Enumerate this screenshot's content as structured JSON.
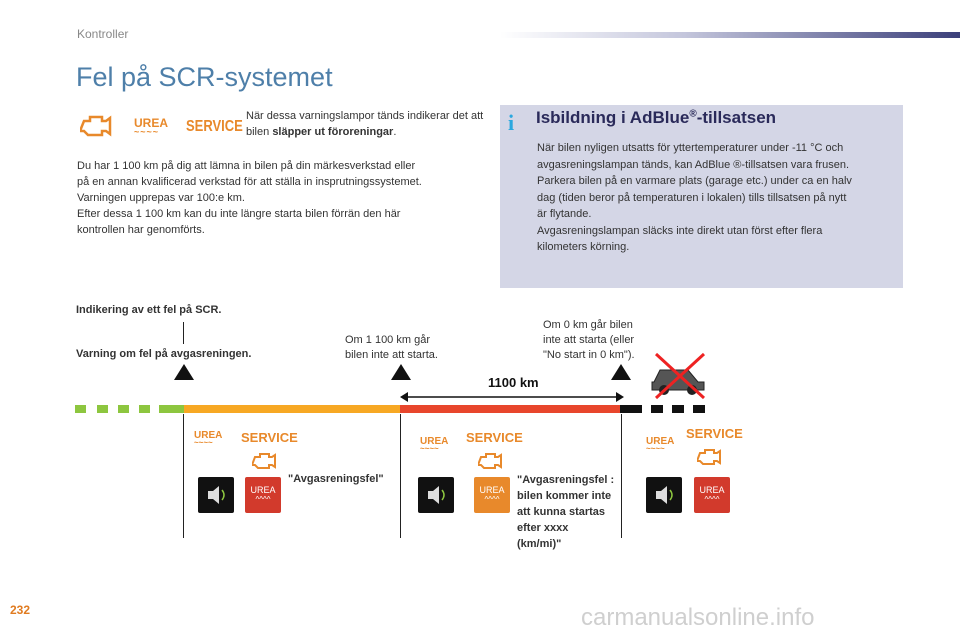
{
  "header": {
    "section": "Kontroller",
    "title": "Fel på SCR-systemet"
  },
  "intro": {
    "lamp_text": "När dessa varningslampor tänds indikerar det att bilen",
    "lamp_text_bold": "släpper ut föroreningar",
    "lamp_text_end": ".",
    "body": [
      "Du har 1 100 km på dig att lämna in bilen på din märkesverkstad eller",
      "på en annan kvalificerad verkstad för att ställa in insprutningssystemet.",
      "Varningen upprepas var 100:e km.",
      "Efter dessa 1 100 km kan du inte längre starta bilen förrän den här",
      "kontrollen har genomförts."
    ]
  },
  "lamps": {
    "urea": "UREA",
    "service": "SERVICE"
  },
  "infobox": {
    "icon": "i",
    "title_pre": "Isbildning i AdBlue",
    "title_sup": "®",
    "title_post": "-tillsatsen",
    "lines": [
      "När bilen nyligen utsatts för yttertemperaturer under -11 °C och",
      "avgasreningslampan tänds, kan AdBlue ®-tillsatsen vara frusen.",
      "Parkera bilen på en varmare plats (garage etc.) under ca en halv",
      "dag (tiden beror på temperaturen i lokalen) tills tillsatsen på nytt",
      "är flytande.",
      "Avgasreningslampan släcks inte direkt utan först efter flera",
      "kilometers körning."
    ]
  },
  "diagram": {
    "label_indication": "Indikering av ett fel på SCR.",
    "label_warning": "Varning om fel på avgasreningen.",
    "label_1100": [
      "Om 1 100 km går",
      "bilen inte att starta."
    ],
    "label_0": [
      "Om 0 km går bilen",
      "inte att starta (eller",
      "\"No start in 0 km\")."
    ],
    "distance": "1100 km",
    "msg1": "Avgasreningsfel",
    "msg2": [
      "Avgasreningsfel :",
      "bilen kommer inte",
      "att kunna startas",
      "efter xxxx",
      "(km/mi)"
    ],
    "colors": {
      "green": "#8dc63f",
      "yellow": "#f7a823",
      "red": "#e8462c",
      "black": "#111111"
    }
  },
  "footer": {
    "page": "232",
    "watermark": "carmanualsonline.info"
  }
}
